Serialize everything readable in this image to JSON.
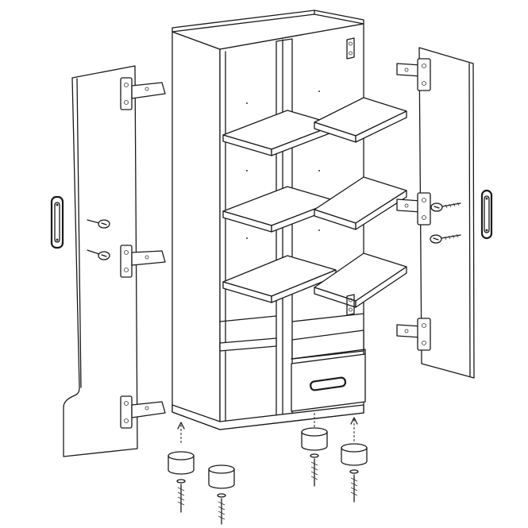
{
  "figure": {
    "kind": "exploded-assembly-diagram",
    "colors": {
      "line": "#1a1a1a",
      "fill": "#ffffff",
      "accent": "#9a9a9a"
    },
    "parts": {
      "cabinet": "bookcase-cabinet",
      "doors": 2,
      "shelves": 6,
      "hinges": 6,
      "handles": 3,
      "drawers": 1,
      "feet": 4,
      "screws": 8
    }
  }
}
